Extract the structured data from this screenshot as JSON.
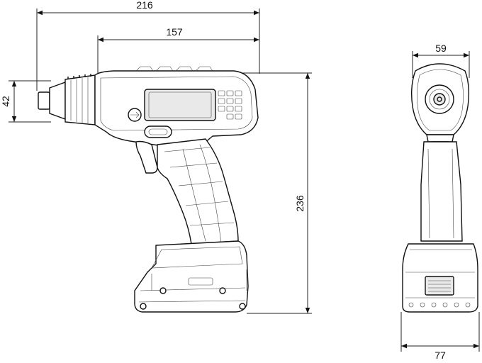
{
  "dimensions": {
    "overall_length": "216",
    "body_length": "157",
    "nose_height": "42",
    "overall_height": "236",
    "front_top_width": "59",
    "front_base_width": "77"
  }
}
